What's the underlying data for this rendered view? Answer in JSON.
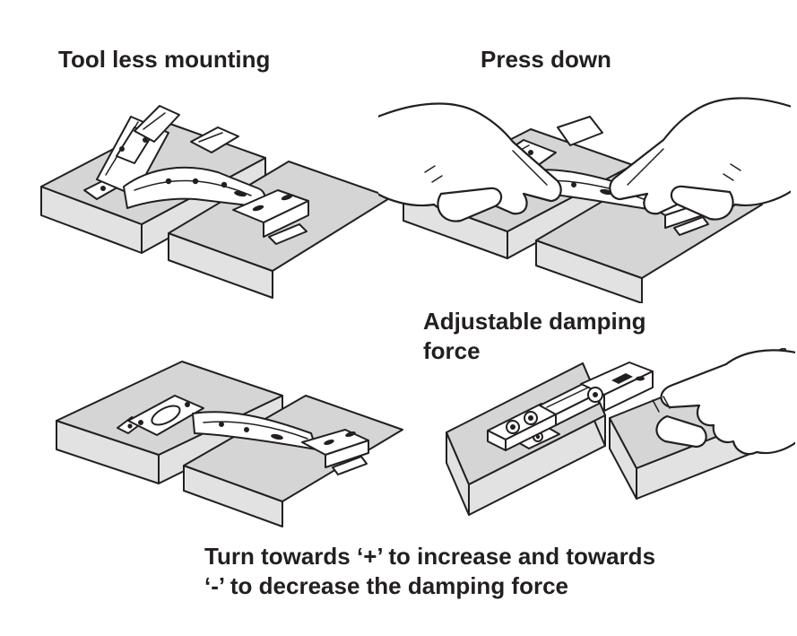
{
  "colors": {
    "background": "#ffffff",
    "text": "#231f20",
    "line_art": "#231f20",
    "board_top": "#d5d5d5",
    "board_side": "#e2e2e2",
    "part_fill": "#ffffff"
  },
  "panels": {
    "toolless": {
      "title": "Tool less mounting"
    },
    "press_down": {
      "title": "Press down"
    },
    "damping": {
      "title": "Adjustable damping force"
    }
  },
  "caption": {
    "line1": "Turn towards ‘+’ to increase and towards",
    "line2": "‘-’ to decrease the damping force"
  }
}
